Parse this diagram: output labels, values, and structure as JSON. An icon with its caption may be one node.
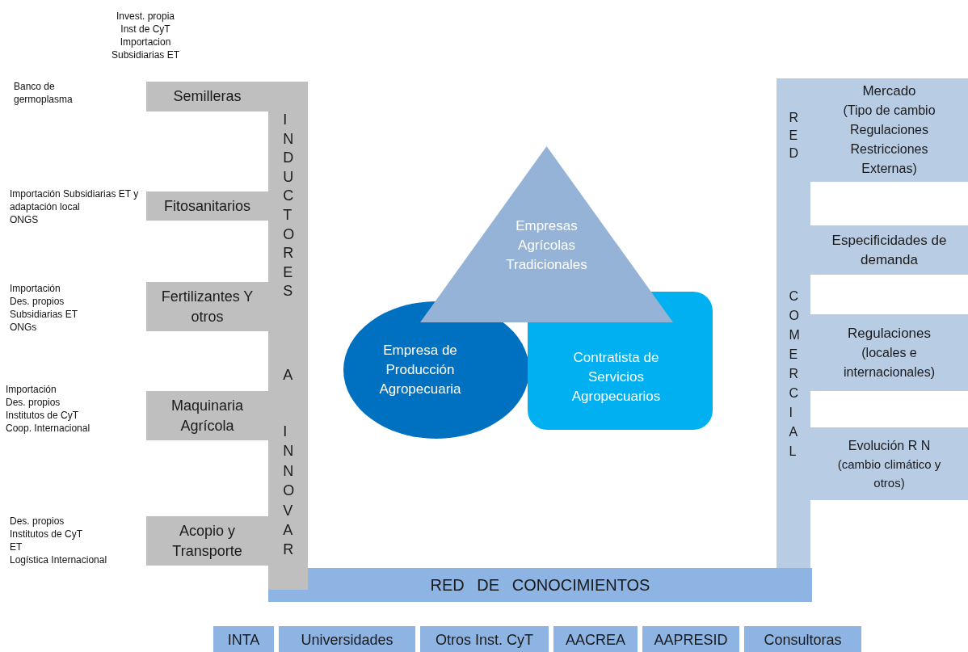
{
  "diagram": {
    "nodes": [
      {
        "text": [
          "INDUCTORES A INNOVAR"
        ]
      },
      {
        "text": [
          "Semilleras"
        ],
        "beside": [
          "Invest. propia",
          "Inst de CyT",
          "Importacion",
          "Subsidiarias ET"
        ]
      },
      {
        "text": [
          "Fitosanitarios"
        ],
        "beside": [
          "Importación Subsidiarias ET y adaptación local",
          "ONGS"
        ]
      },
      {
        "text": [
          "Fertilizantes Y otros"
        ],
        "beside": [
          "Importación",
          "Des. propios",
          "Subsidiarias ET",
          "ONGs"
        ]
      },
      {
        "text": [
          "Maquinaria Agrícola"
        ],
        "beside": [
          "Importación",
          "Des. propios",
          "Institutos de CyT",
          "Coop. Internacional"
        ]
      },
      {
        "text": [
          "Acopio y Transporte"
        ],
        "beside": [
          "Des. propios",
          "Institutos de CyT",
          "ET",
          "Logística Internacional"
        ]
      },
      {
        "text": [
          "RED COMERCIAL"
        ]
      },
      {
        "text": [
          "Mercado",
          "(Tipo de cambio Regulaciones Restricciones Externas)"
        ]
      },
      {
        "text": [
          "Especificidades de demanda"
        ]
      },
      {
        "text": [
          "Regulaciones",
          "(locales e internacionales)"
        ]
      },
      {
        "text": [
          "Evolución R N",
          "(cambio climático y otros)"
        ]
      },
      {
        "text": [
          "RED DE CONOCIMIENTOS"
        ]
      },
      {
        "text": [
          "INTA"
        ]
      },
      {
        "text": [
          "Universidades"
        ]
      },
      {
        "text": [
          "Otros Inst. CyT"
        ]
      },
      {
        "text": [
          "AACREA"
        ]
      },
      {
        "text": [
          "AAPRESID"
        ]
      },
      {
        "text": [
          "Consultoras"
        ]
      },
      {
        "text": [
          "Empresas Agrícolas Tradicionales"
        ]
      },
      {
        "text": [
          "Empresa de Producción Agropecuaria"
        ]
      },
      {
        "text": [
          "Contratista de Servicios Agropecuarios"
        ]
      }
    ],
    "labels": [
      "Banco de germoplasma"
    ]
  }
}
